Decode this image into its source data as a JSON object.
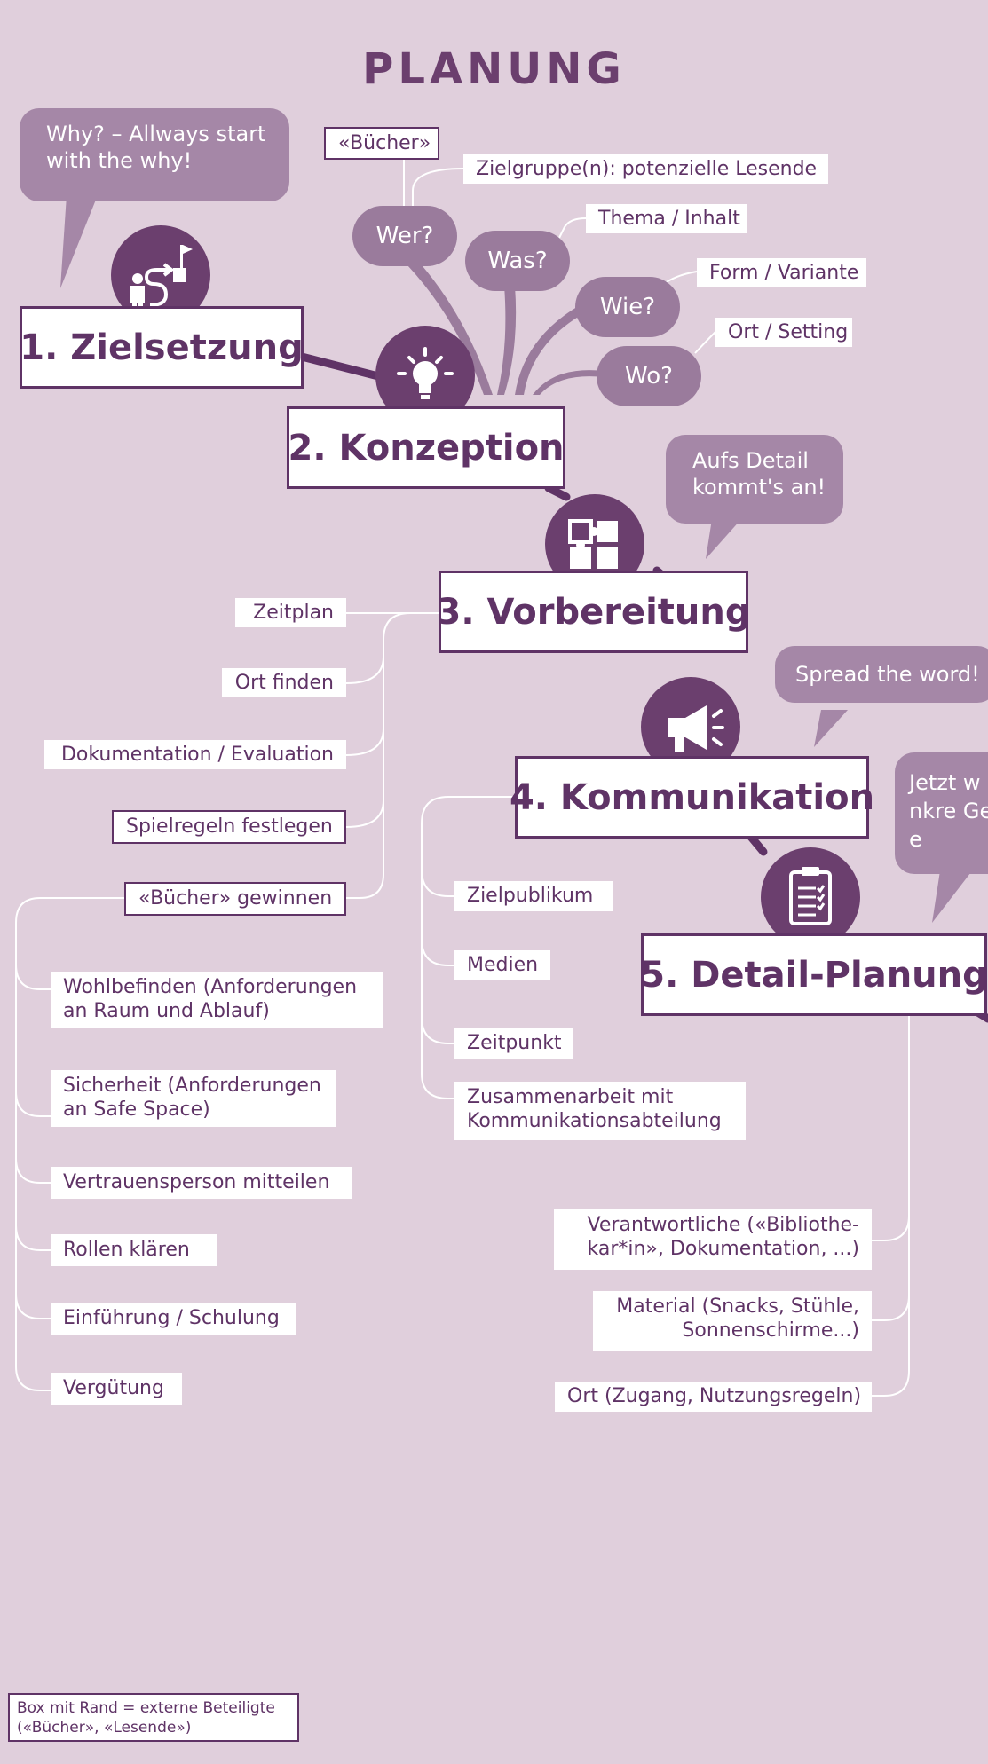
{
  "title": "PLANUNG",
  "phases": {
    "p1": "1. Zielsetzung",
    "p2": "2. Konzeption",
    "p3": "3. Vorbereitung",
    "p4": "4. Kommunikation",
    "p5": "5. Detail-Planung"
  },
  "bubbles": {
    "why": "Why? – Allways start with the why!",
    "detail": "Aufs Detail kommt's an!",
    "spread": "Spread the word!",
    "jetzt": "Jetzt w konkre Get re"
  },
  "questions": {
    "wer": "Wer?",
    "was": "Was?",
    "wie": "Wie?",
    "wo": "Wo?"
  },
  "konzeption_items": {
    "buecher": "«Bücher»",
    "zielgruppe": "Zielgruppe(n): potenzielle Lesende",
    "thema": "Thema / Inhalt",
    "form": "Form / Variante",
    "ort": "Ort / Setting"
  },
  "vorbereitung_items": {
    "zeitplan": "Zeitplan",
    "ort_finden": "Ort finden",
    "doku": "Dokumentation / Evaluation",
    "spielregeln": "Spielregeln festlegen",
    "buecher_gewinnen": "«Bücher» gewinnen"
  },
  "buecher_subitems": {
    "wohlbefinden": "Wohlbefinden (Anforderungen an Raum und Ablauf)",
    "sicherheit": "Sicherheit (Anforderungen an Safe Space)",
    "vertrauen": "Vertrauensperson mitteilen",
    "rollen": "Rollen klären",
    "einfuehrung": "Einführung / Schulung",
    "verguetung": "Vergütung"
  },
  "kommunikation_items": {
    "zielpublikum": "Zielpublikum",
    "medien": "Medien",
    "zeitpunkt": "Zeitpunkt",
    "zusammenarbeit": "Zusammenarbeit mit Kommunikationsabteilung"
  },
  "detail_items": {
    "verantwortliche": "Verantwortliche («Bibliothe- kar*in», Dokumentation, ...)",
    "material": "Material (Snacks, Stühle, Sonnenschirme...)",
    "ort_zugang": "Ort (Zugang, Nutzungsregeln)"
  },
  "legend": "Box mit Rand = externe Beteiligte («Bücher», «Lesende»)",
  "icons": [
    "person-path-flag-icon",
    "lightbulb-icon",
    "puzzle-icon",
    "megaphone-icon",
    "clipboard-checklist-icon"
  ],
  "colors": {
    "background": "#e0cfdc",
    "dark_purple": "#6b3f6e",
    "bubble": "#a587a7"
  }
}
